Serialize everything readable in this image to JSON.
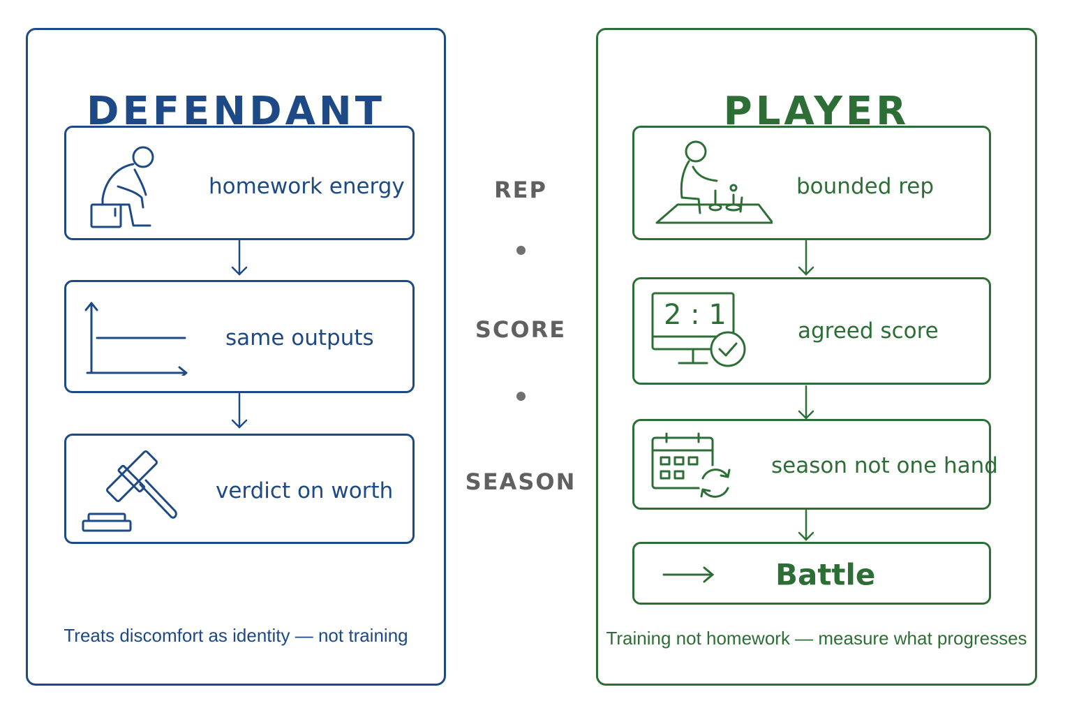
{
  "colors": {
    "blue": "#1d4a87",
    "green": "#2d6e36",
    "gray": "#606060"
  },
  "left": {
    "title": "DEFENDANT",
    "boxes": [
      {
        "label": "homework energy",
        "icon": "slumped-person-icon"
      },
      {
        "label": "same outputs",
        "icon": "flat-line-chart-icon"
      },
      {
        "label": "verdict on worth",
        "icon": "gavel-icon"
      }
    ],
    "footer": "Treats discomfort as identity — not training"
  },
  "middle": {
    "labels": [
      "REP",
      "SCORE",
      "SEASON"
    ]
  },
  "right": {
    "title": "PLAYER",
    "boxes": [
      {
        "label": "bounded rep",
        "icon": "person-practicing-icon"
      },
      {
        "label": "agreed score",
        "icon": "scoreboard-check-icon",
        "score": "2 : 1"
      },
      {
        "label": "season not one hand",
        "icon": "calendar-cycle-icon"
      },
      {
        "label": "Battle",
        "icon": "arrow-right-icon"
      }
    ],
    "footer": "Training not homework — measure what progresses"
  }
}
